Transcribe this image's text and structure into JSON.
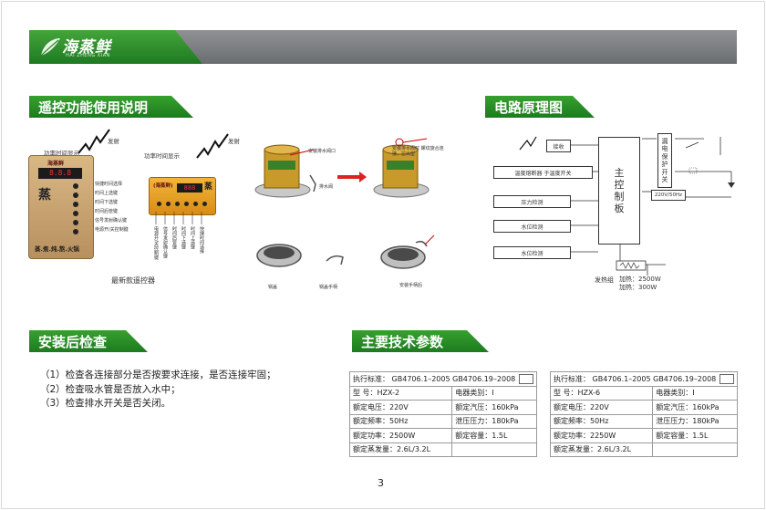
{
  "brand": {
    "name": "海蒸鲜",
    "subtitle": "HAI ZHENG XIAN"
  },
  "sections": {
    "remote": "遥控功能使用说明",
    "circuit": "电路原理图",
    "check": "安装后检查",
    "specs": "主要技术参数"
  },
  "remote": {
    "left_display_label": "功率时间显示",
    "left_launch_label": "发射",
    "left_panel_brand": "海蒸鲜",
    "left_panel_digits": "8.8.8",
    "left_panel_motto": "蒸.煮.炖.熬.火锅",
    "left_buttons": [
      "快捷时间选择",
      "时间上选键",
      "时间下选键",
      "时间后管键",
      "信号发射确认键",
      "电源开/关控制键"
    ],
    "caption": "最新款遥控器",
    "right_display_label": "功率时间显示",
    "right_launch_label": "发射",
    "right_panel_brand": "(海蒸鲜)",
    "right_panel_digits": "888",
    "right_vertical_labels": [
      "电源开/关控制键",
      "信号发射确认键",
      "时间后管键",
      "时间下选键",
      "时间上选键",
      "快捷时间选择"
    ]
  },
  "install": {
    "label_a": "安装排水阀口",
    "label_b": "排水阀",
    "label_c": "安装排水阀时 螺纹旋合连接，拉出型",
    "label_pot": "锅盖",
    "label_handle": "锅盖手柄",
    "label_after": "安装手柄后"
  },
  "circuit": {
    "recv": "接收",
    "temp": "温度熔断器 于温度开关",
    "pressure": "压力检测",
    "water1": "水位检测",
    "water2": "水位检测",
    "main": "主控制板",
    "protect": "漏电保护开关",
    "voltage": "220V/50Hz",
    "heater_label": "发热组",
    "heater_lines": [
      "加热：2500W",
      "加热：300W"
    ]
  },
  "checks": [
    "（1）检查各连接部分是否按要求连接，是否连接牢固；",
    "（2）检查吸水管是否放入水中；",
    "（3）检查排水开关是否关闭。"
  ],
  "spec_tables": [
    {
      "standard": "执行标准：  GB4706.1–2005  GB4706.19–2008",
      "rows": [
        [
          "型       号：HZX-2",
          "电器类别：Ⅰ"
        ],
        [
          "额定电压：220V",
          "额定汽压：160kPa"
        ],
        [
          "额定频率：50Hz",
          "泄压压力：180kPa"
        ],
        [
          "额定功率：2500W",
          "额定容量：1.5L"
        ]
      ],
      "last": "额定蒸发量：2.6L/3.2L"
    },
    {
      "standard": "执行标准：  GB4706.1–2005  GB4706.19–2008",
      "rows": [
        [
          "型       号：HZX-6",
          "电器类别：Ⅰ"
        ],
        [
          "额定电压：220V",
          "额定汽压：160kPa"
        ],
        [
          "额定频率：50Hz",
          "泄压压力：180kPa"
        ],
        [
          "额定功率：2250W",
          "额定容量：1.5L"
        ]
      ],
      "last": "额定蒸发量：2.6L/3.2L"
    }
  ],
  "page_number": "3",
  "colors": {
    "brand_green": "#2a8c27",
    "banner_grey": "#7d8083"
  }
}
